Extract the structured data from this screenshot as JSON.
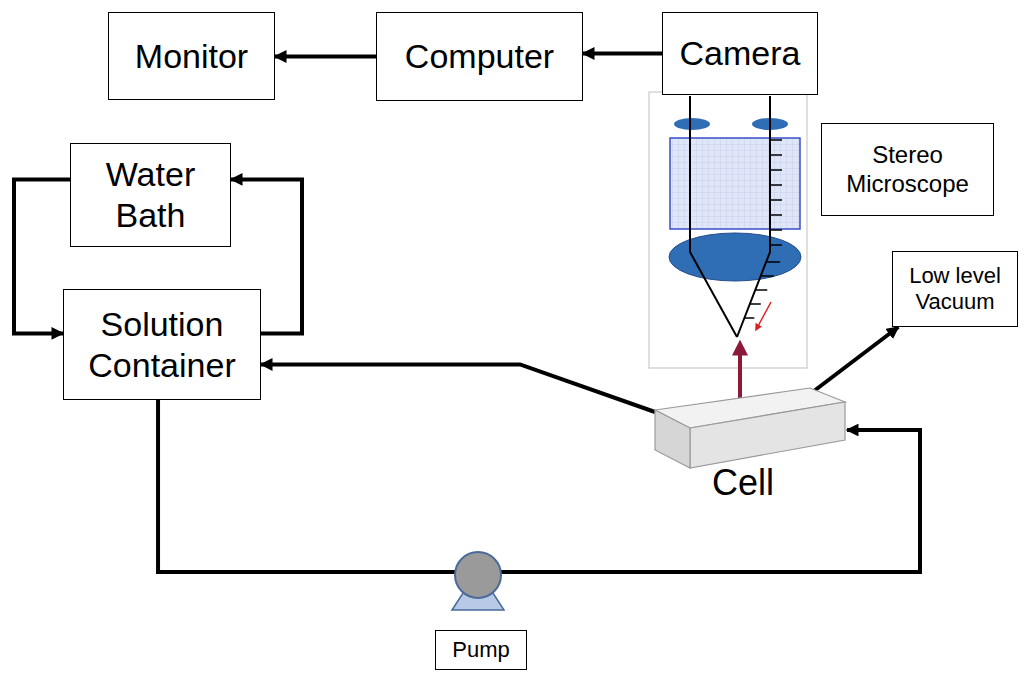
{
  "diagram": {
    "nodes": [
      {
        "text": [
          "Monitor"
        ]
      },
      {
        "text": [
          "Computer"
        ]
      },
      {
        "text": [
          "Camera"
        ]
      },
      {
        "text": [
          "Stereo Microscope"
        ]
      },
      {
        "text": [
          "Water Bath"
        ]
      },
      {
        "text": [
          "Low level Vacuum"
        ]
      },
      {
        "text": [
          "Solution Container"
        ]
      },
      {
        "text": [
          "Cell"
        ]
      },
      {
        "text": [
          "Pump"
        ]
      }
    ],
    "edges": [
      {
        "from": 1,
        "to": 0,
        "arrow": "to"
      },
      {
        "from": 2,
        "to": 1,
        "arrow": "to"
      },
      {
        "from": 4,
        "to": 6,
        "arrow": "to"
      },
      {
        "from": 6,
        "to": 4,
        "arrow": "to"
      },
      {
        "from": 7,
        "to": 6,
        "arrow": "to"
      },
      {
        "from": 7,
        "to": 5,
        "arrow": "to"
      },
      {
        "from": 6,
        "to": 7,
        "arrow": "to"
      }
    ]
  }
}
